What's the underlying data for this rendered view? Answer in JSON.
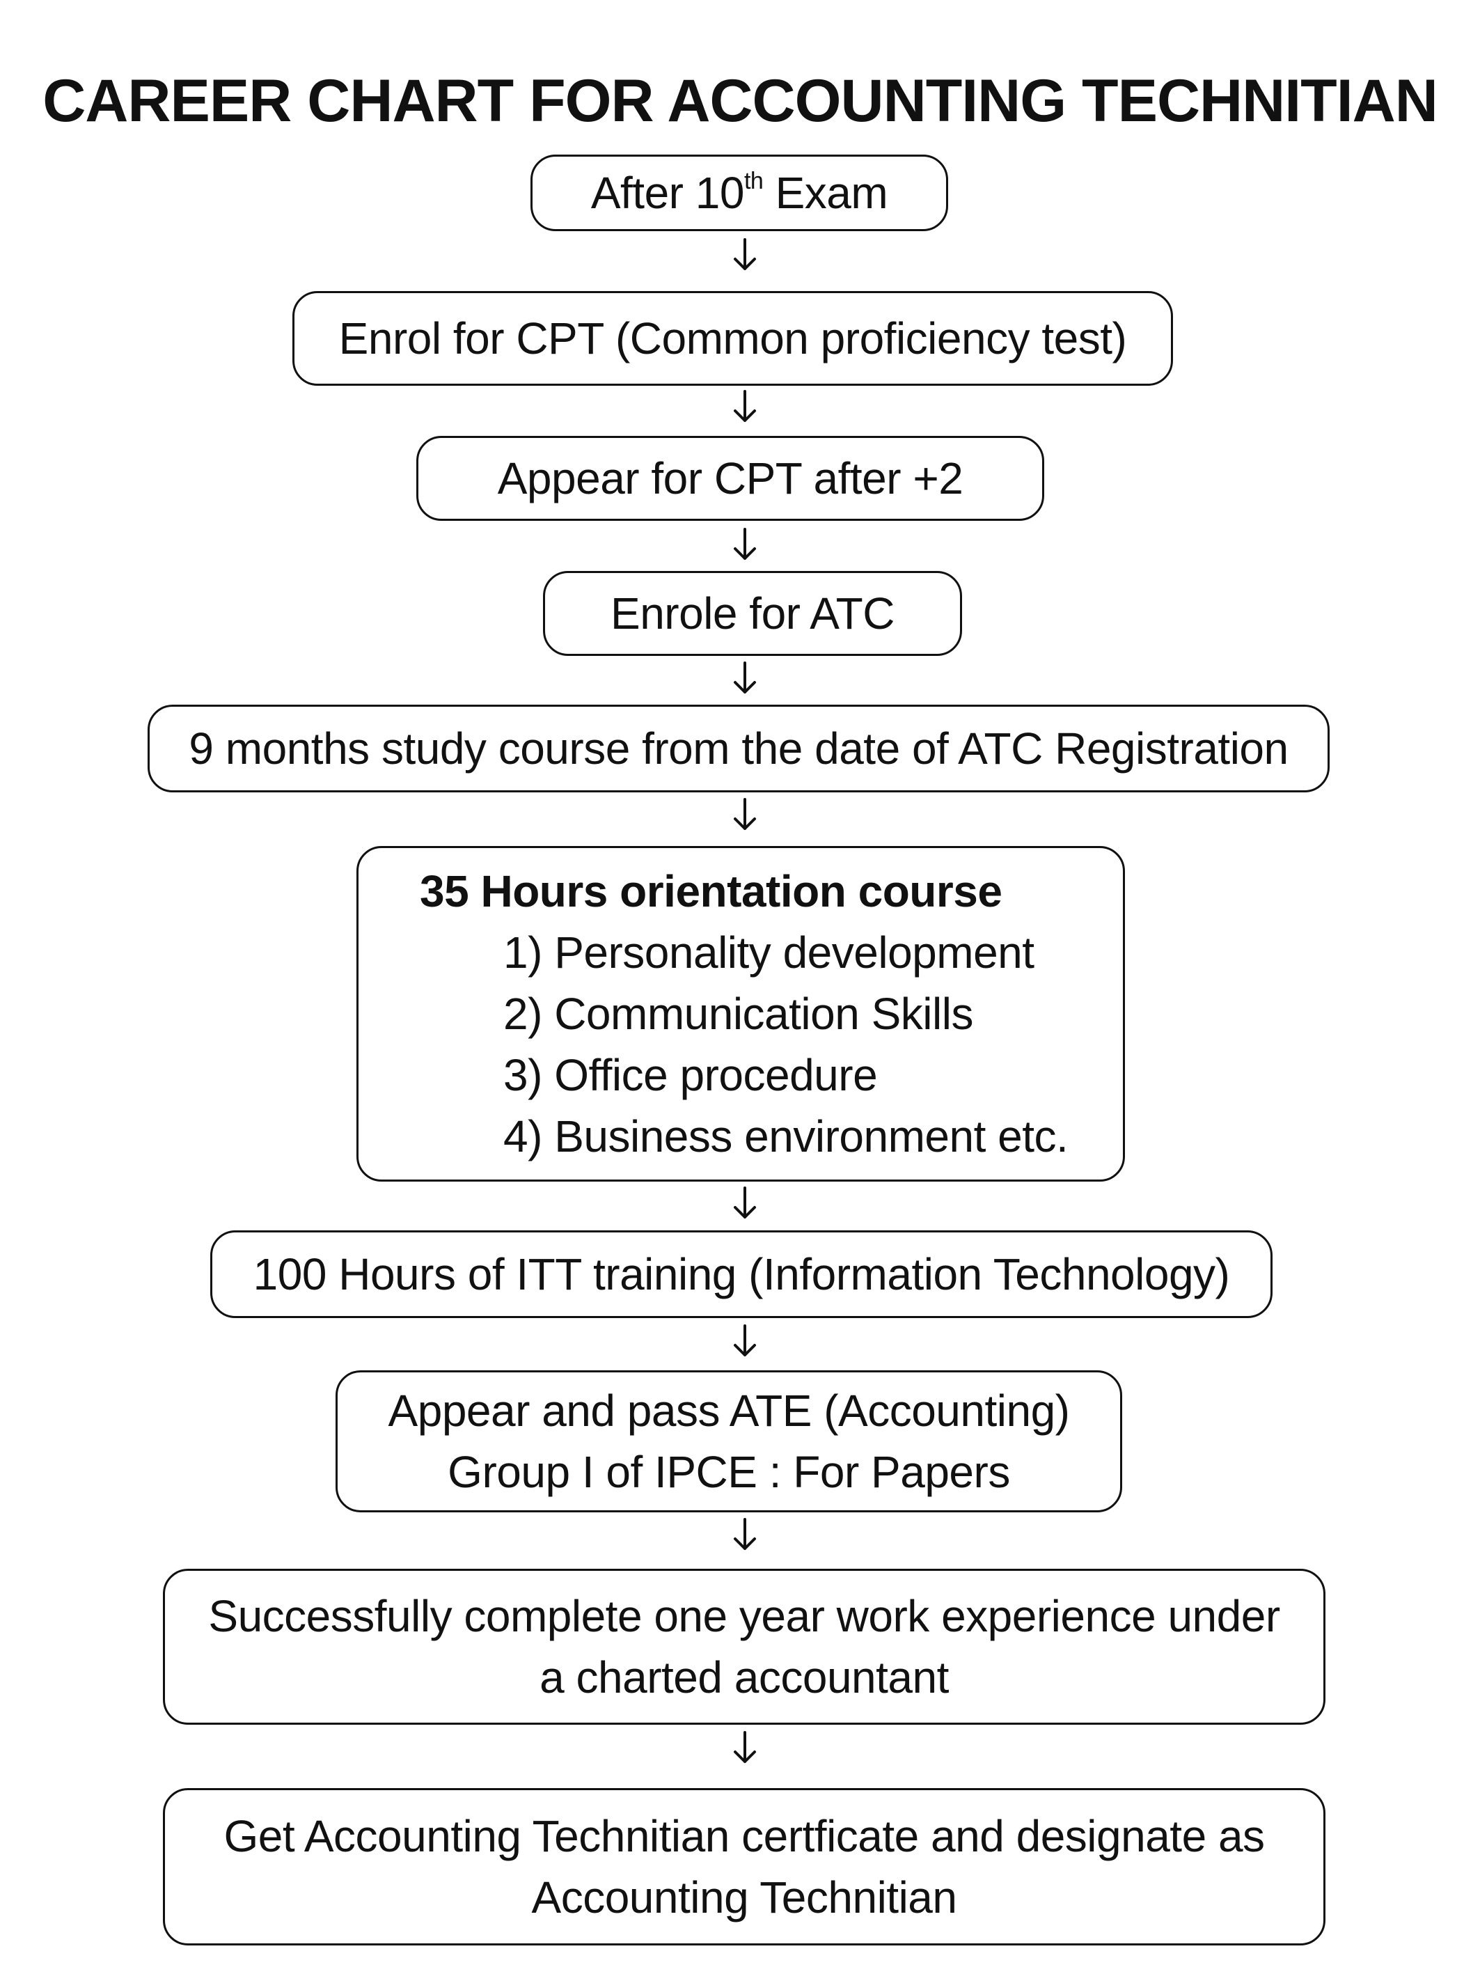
{
  "title": "CAREER CHART FOR ACCOUNTING TECHNITIAN",
  "steps": {
    "s1": {
      "text": "After 10",
      "sup": "th",
      "after": " Exam"
    },
    "s2": {
      "text": "Enrol for CPT (Common proficiency test)"
    },
    "s3": {
      "text": "Appear for CPT after +2"
    },
    "s4": {
      "text": "Enrole for ATC"
    },
    "s5": {
      "text": "9 months study course from the date of ATC Registration"
    },
    "s6": {
      "heading": "35 Hours orientation course",
      "items": [
        "1) Personality development",
        "2) Communication Skills",
        "3) Office procedure",
        "4) Business environment etc."
      ]
    },
    "s7": {
      "text": "100 Hours of ITT training (Information Technology)"
    },
    "s8": {
      "line1": "Appear and pass ATE (Accounting)",
      "line2": "Group I of IPCE : For Papers"
    },
    "s9": {
      "line1": "Successfully complete one year work experience under",
      "line2": "a charted accountant"
    },
    "s10": {
      "line1": "Get Accounting Technitian certficate and designate as",
      "line2": "Accounting Technitian"
    }
  }
}
